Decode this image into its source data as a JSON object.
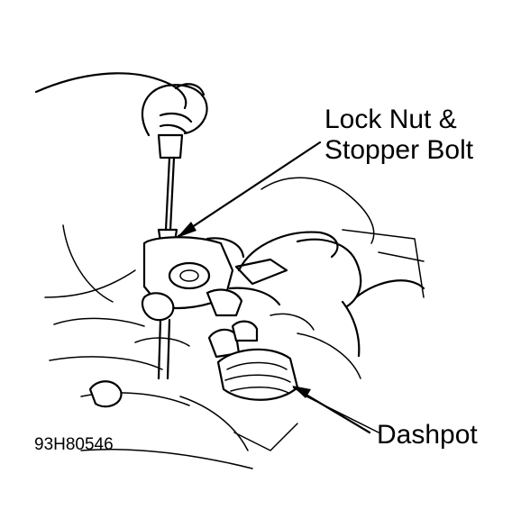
{
  "labels": {
    "lock_nut_line1": "Lock Nut &",
    "lock_nut_line2": "Stopper Bolt",
    "dashpot": "Dashpot",
    "figure_id": "93H80546"
  },
  "colors": {
    "ink": "#000000",
    "paper": "#ffffff"
  }
}
